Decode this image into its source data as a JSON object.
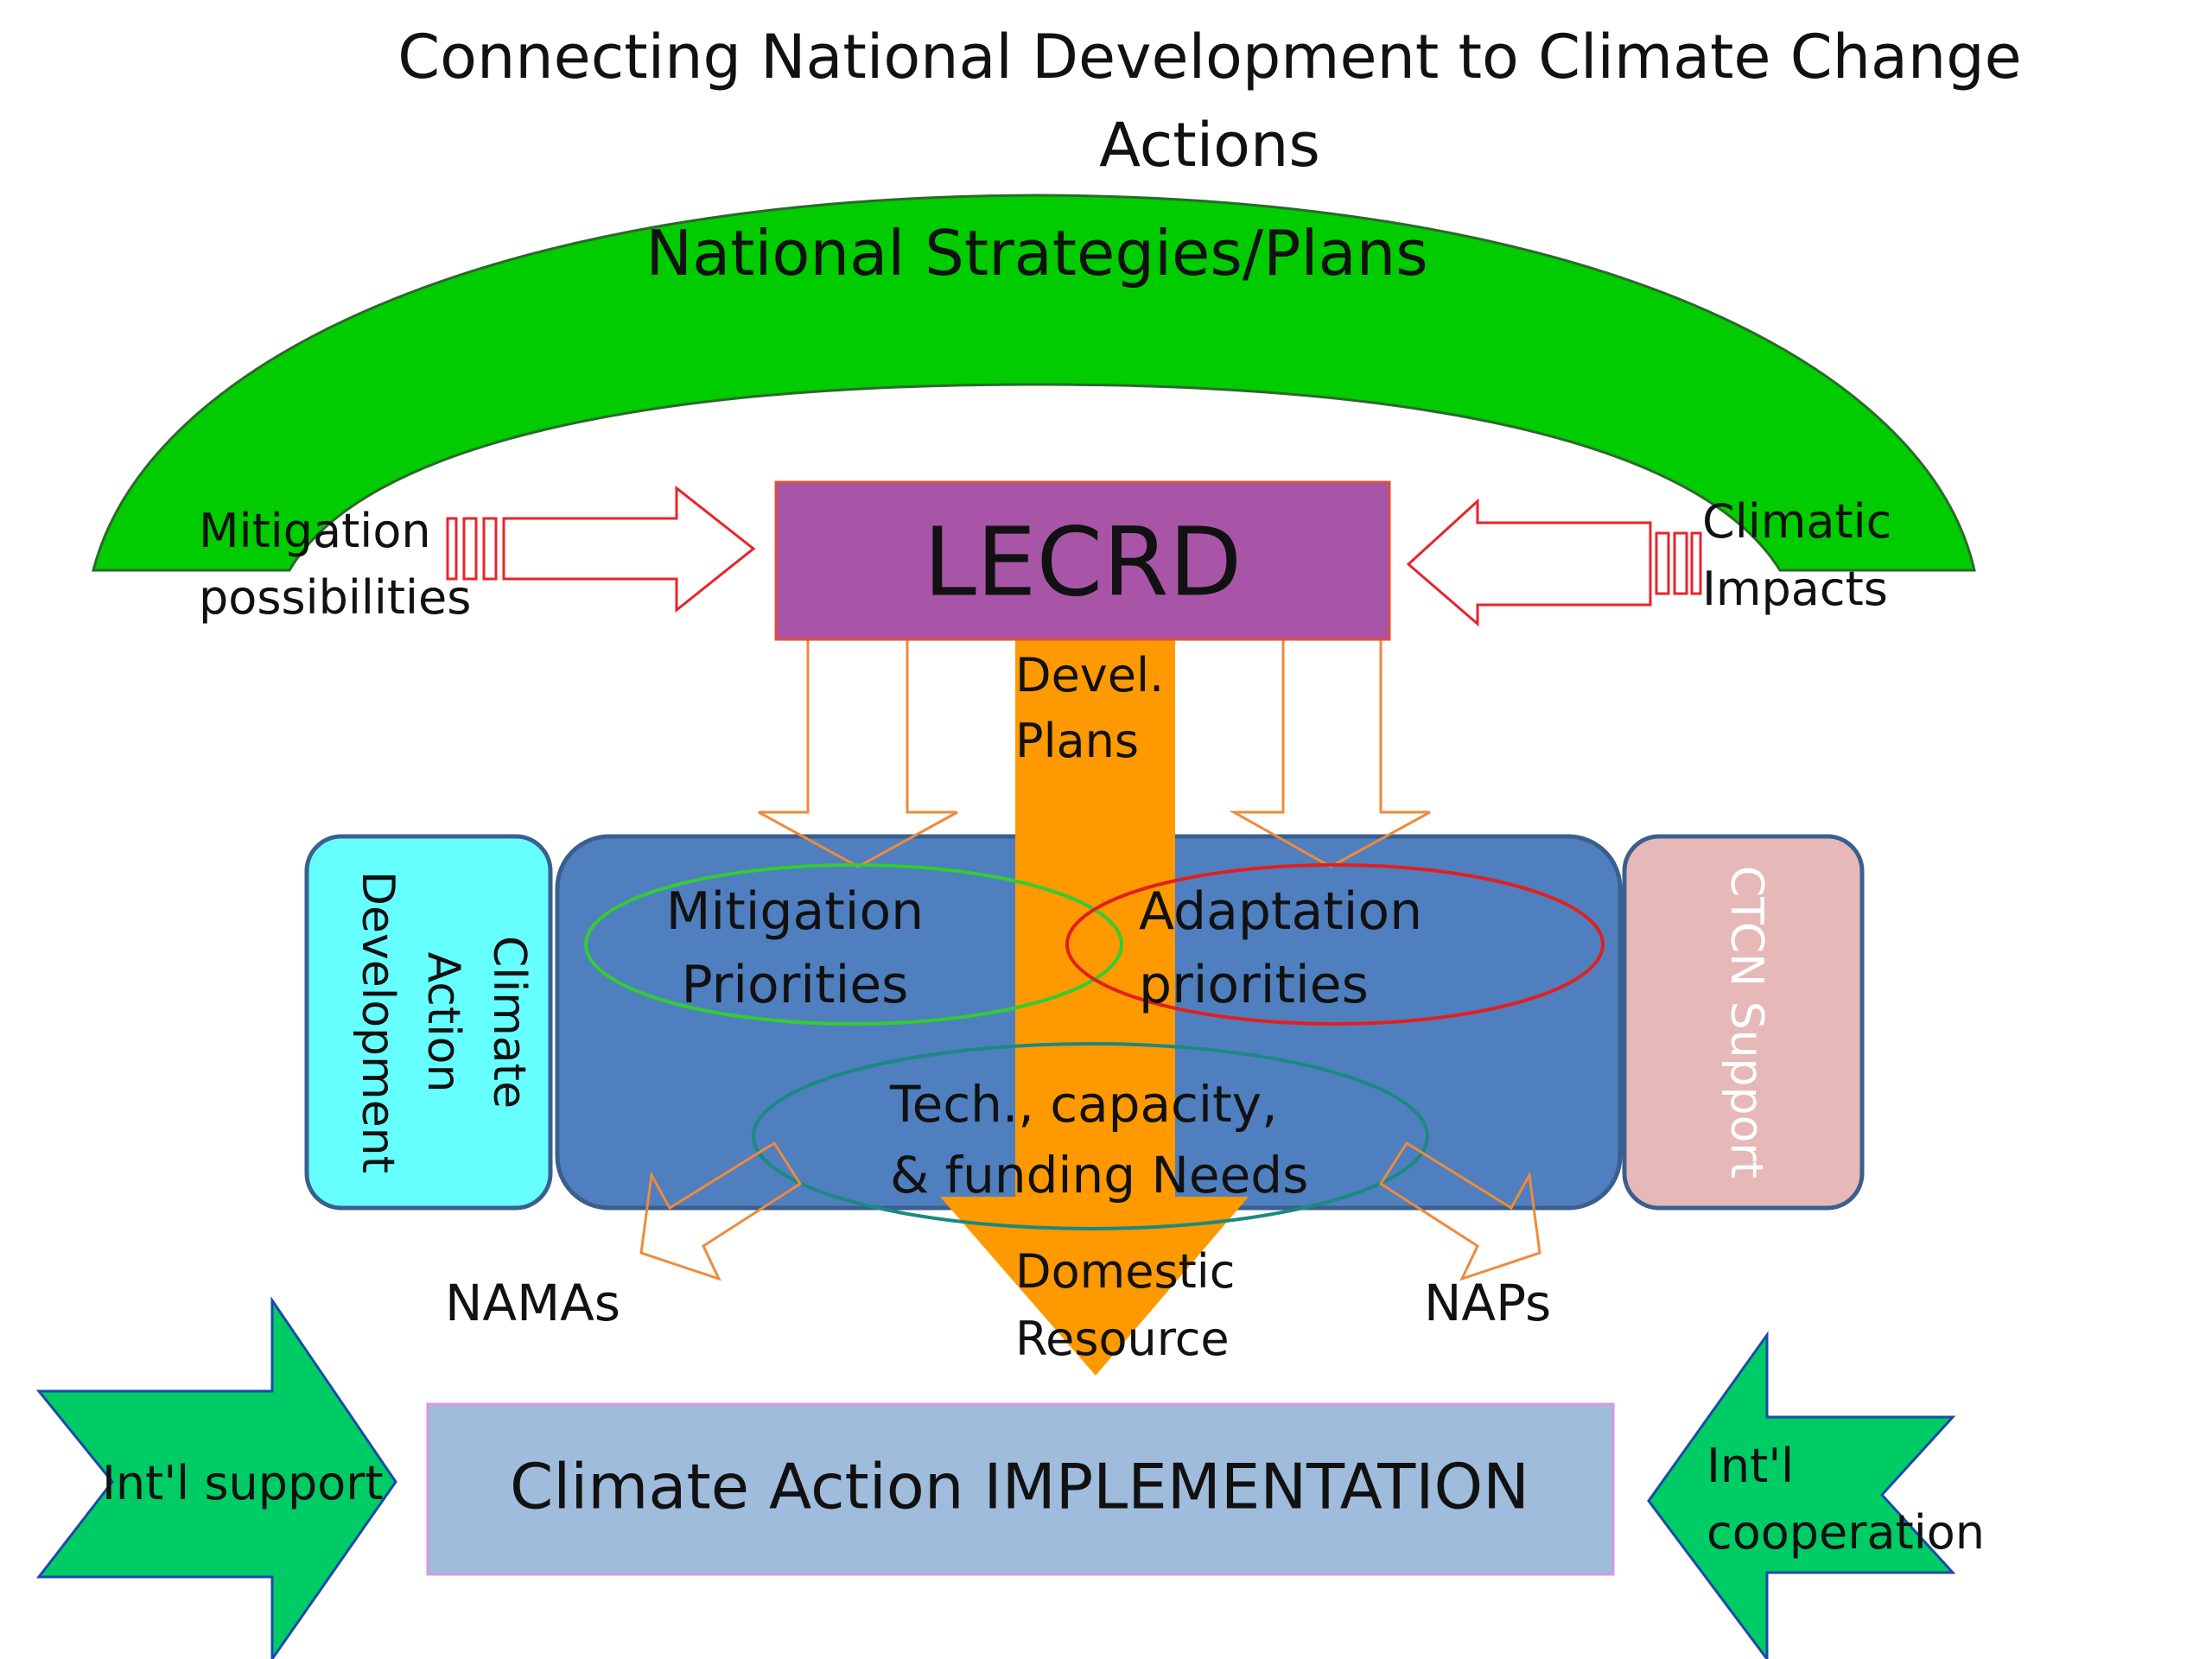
{
  "title": {
    "line1": "Connecting National Development to Climate Change",
    "line2": "Actions"
  },
  "arch": {
    "label": "National Strategies/Plans"
  },
  "center": {
    "label": "LECRD"
  },
  "left_input": {
    "line1": "Mitigation",
    "line2": "possibilities"
  },
  "right_input": {
    "line1": "Climatic",
    "line2": "Impacts"
  },
  "devel": {
    "line1": "Devel.",
    "line2": "Plans"
  },
  "mitigation": {
    "line1": "Mitigation",
    "line2": "Priorities"
  },
  "adaptation": {
    "line1": "Adaptation",
    "line2": "priorities"
  },
  "needs": {
    "line1": "Tech., capacity,",
    "line2": "& funding Needs"
  },
  "side_left": {
    "line1": "Climate",
    "line2": "Action",
    "line3": "Development"
  },
  "side_right": {
    "label": "CTCN Support"
  },
  "outputs": {
    "namas": "NAMAs",
    "naps": "NAPs"
  },
  "domestic": {
    "line1": "Domestic",
    "line2": "Resource"
  },
  "implementation": {
    "label": "Climate Action IMPLEMENTATION"
  },
  "intl_support": {
    "label": "Int'l support"
  },
  "intl_coop": {
    "line1": "Int'l",
    "line2": "cooperation"
  },
  "colors": {
    "arch": "#00cc00",
    "center": "#a855a8",
    "center_border": "#e0503a",
    "orange": "#ff9900",
    "orange_outline": "#f08a3a",
    "red_outline": "#e8242b",
    "main_box": "#4f7fbf",
    "main_border": "#3a5f8f",
    "cyan": "#66ffff",
    "pink": "#e6b8b7",
    "impl": "#a0bcdc",
    "green_arrow": "#00cc66",
    "ellipse_green": "#33cc33",
    "ellipse_red": "#e02020",
    "ellipse_teal": "#1a8a80"
  }
}
